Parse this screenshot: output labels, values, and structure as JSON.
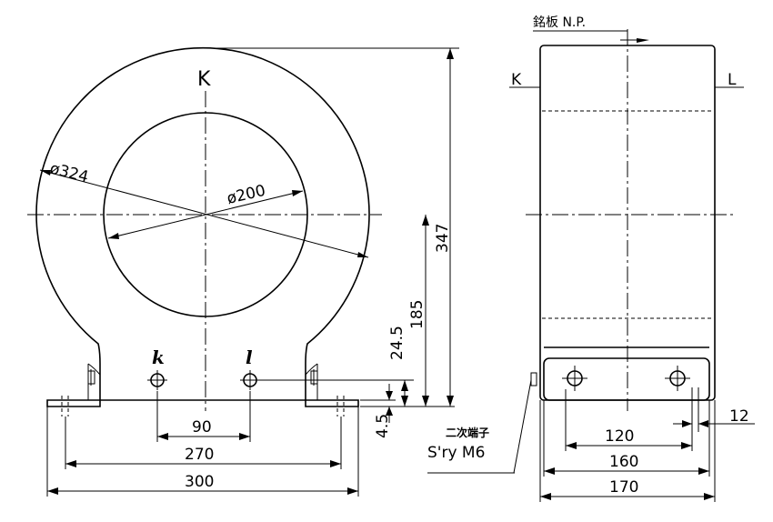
{
  "front_view": {
    "terminal_k": "K",
    "secondary_terminal_k": "k",
    "secondary_terminal_l": "l",
    "outer_diameter": "ø324",
    "inner_diameter": "ø200",
    "total_height": "347",
    "center_height": "185",
    "terminal_height": "24.5",
    "foot_thickness": "4.5",
    "terminal_spacing": "90",
    "hole_spacing": "270",
    "base_width": "300"
  },
  "side_view": {
    "nameplate": "銘板 N.P.",
    "terminal_k": "K",
    "terminal_l": "L",
    "terminal_box_spacing": "120",
    "hole_spacing": "160",
    "total_depth": "170",
    "hole_offset": "12",
    "secondary_terminal_jp": "二次端子",
    "secondary_terminal_spec": "S'ry M6"
  }
}
